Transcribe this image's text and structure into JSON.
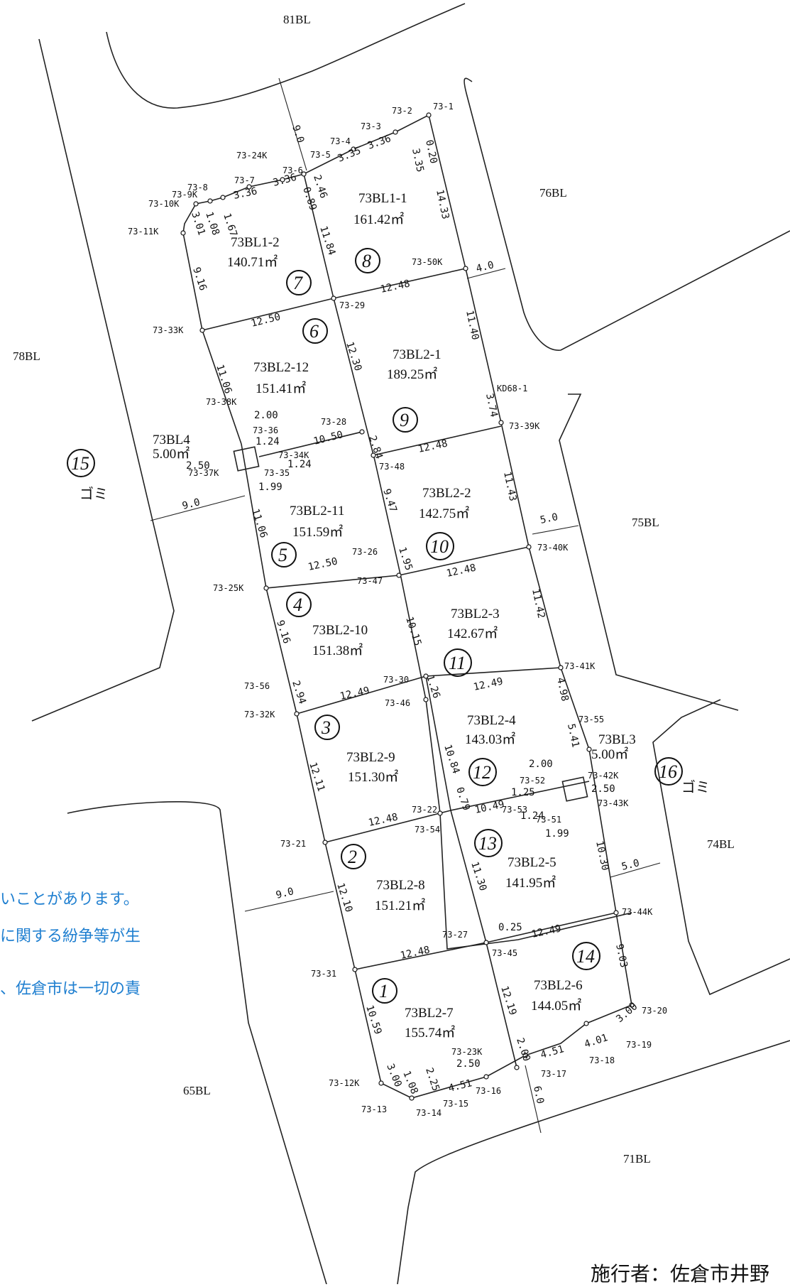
{
  "blocks": {
    "b81": "81BL",
    "b76": "76BL",
    "b78": "78BL",
    "b75": "75BL",
    "b74": "74BL",
    "b65": "65BL",
    "b71": "71BL"
  },
  "lots": [
    {
      "id": "73BL1-1",
      "area": "161.42㎡"
    },
    {
      "id": "73BL1-2",
      "area": "140.71㎡"
    },
    {
      "id": "73BL2-12",
      "area": "151.41㎡"
    },
    {
      "id": "73BL2-1",
      "area": "189.25㎡"
    },
    {
      "id": "73BL2-11",
      "area": "151.59㎡"
    },
    {
      "id": "73BL2-2",
      "area": "142.75㎡"
    },
    {
      "id": "73BL2-10",
      "area": "151.38㎡"
    },
    {
      "id": "73BL2-3",
      "area": "142.67㎡"
    },
    {
      "id": "73BL2-9",
      "area": "151.30㎡"
    },
    {
      "id": "73BL2-4",
      "area": "143.03㎡"
    },
    {
      "id": "73BL2-8",
      "area": "151.21㎡"
    },
    {
      "id": "73BL2-5",
      "area": "141.95㎡"
    },
    {
      "id": "73BL2-7",
      "area": "155.74㎡"
    },
    {
      "id": "73BL2-6",
      "area": "144.05㎡"
    },
    {
      "id": "73BL4",
      "area": "5.00㎡"
    },
    {
      "id": "73BL3",
      "area": "5.00㎡"
    }
  ],
  "points": [
    "73-1",
    "73-2",
    "73-3",
    "73-4",
    "73-5",
    "73-24K",
    "73-6",
    "73-7",
    "73-8",
    "73-9K",
    "73-10K",
    "73-11K",
    "73-50K",
    "73-29",
    "73-33K",
    "KD68-1",
    "73-39K",
    "73-28",
    "73-36",
    "73-34K",
    "73-35",
    "73-37K",
    "73-38K",
    "73-48",
    "73-40K",
    "73-26",
    "73-47",
    "73-25K",
    "73-41K",
    "73-30",
    "73-46",
    "73-56",
    "73-32K",
    "73-55",
    "73-42K",
    "73-43K",
    "73-52",
    "73-53",
    "73-51",
    "73-22",
    "73-54",
    "73-21",
    "73-44K",
    "73-27",
    "73-45",
    "73-31",
    "73-20",
    "73-19",
    "73-18",
    "73-17",
    "73-23K",
    "73-16",
    "73-15",
    "73-14",
    "73-13",
    "73-12K"
  ],
  "dimensions": {
    "road_top": "9.0",
    "d_0_20": "0.20",
    "d_3_35a": "3.35",
    "d_14_33": "14.33",
    "d_3_36a": "3.36",
    "d_3_35b": "3.35",
    "d_3_36b": "3.36",
    "d_3_36c": "3.36",
    "d_2_46": "2.46",
    "d_0_89": "0.89",
    "d_1_67": "1.67",
    "d_1_08a": "1.08",
    "d_3_01": "3.01",
    "d_11_84": "11.84",
    "d_4_0": "4.0",
    "d_9_16a": "9.16",
    "d_12_48a": "12.48",
    "d_12_50a": "12.50",
    "d_11_40": "11.40",
    "d_12_30": "12.30",
    "d_3_74": "3.74",
    "d_11_06a": "11.06",
    "d_2_00a": "2.00",
    "d_1_24a": "1.24",
    "d_10_50": "10.50",
    "d_1_24b": "1.24",
    "d_2_50a": "2.50",
    "d_1_99a": "1.99",
    "d_2_84": "2.84",
    "d_12_48b": "12.48",
    "road_left": "9.0",
    "d_11_06b": "11.06",
    "d_9_47": "9.47",
    "d_11_43": "11.43",
    "d_5_0a": "5.0",
    "d_12_50b": "12.50",
    "d_1_95": "1.95",
    "d_12_48c": "12.48",
    "d_9_16b": "9.16",
    "d_10_15": "10.15",
    "d_11_42": "11.42",
    "d_1_26": "1.26",
    "d_12_49a": "12.49",
    "d_12_49b": "12.49",
    "d_2_94": "2.94",
    "d_4_98": "4.98",
    "d_5_41": "5.41",
    "d_2_00b": "2.00",
    "d_1_25": "1.25",
    "d_2_50b": "2.50",
    "d_10_84": "10.84",
    "d_0_79": "0.79",
    "d_10_49": "10.49",
    "d_1_24c": "1.24",
    "d_1_99b": "1.99",
    "d_12_11": "12.11",
    "d_12_48d": "12.48",
    "d_11_30": "11.30",
    "d_10_30": "10.30",
    "d_5_0b": "5.0",
    "road_left2": "9.0",
    "d_12_10": "12.10",
    "d_0_25": "0.25",
    "d_12_49c": "12.49",
    "d_12_48e": "12.48",
    "d_9_03": "9.03",
    "d_12_19": "12.19",
    "d_10_59": "10.59",
    "d_3_00a": "3.00",
    "d_4_01": "4.01",
    "d_4_51a": "4.51",
    "d_2_00c": "2.00",
    "d_2_50c": "2.50",
    "d_2_25": "2.25",
    "d_3_00b": "3.00",
    "d_1_08b": "1.08",
    "d_4_51b": "4.51",
    "road_bottom": "6.0"
  },
  "circled_numbers": [
    "1",
    "2",
    "3",
    "4",
    "5",
    "6",
    "7",
    "8",
    "9",
    "10",
    "11",
    "12",
    "13",
    "14",
    "15",
    "16"
  ],
  "gomi": {
    "g15": "ゴミ",
    "g16": "ゴミ"
  },
  "disclaimer": {
    "line1": "いことがあります。",
    "line2": "に関する紛争等が生",
    "line3": "、佐倉市は一切の責"
  },
  "footer": "施行者：佐倉市井野"
}
